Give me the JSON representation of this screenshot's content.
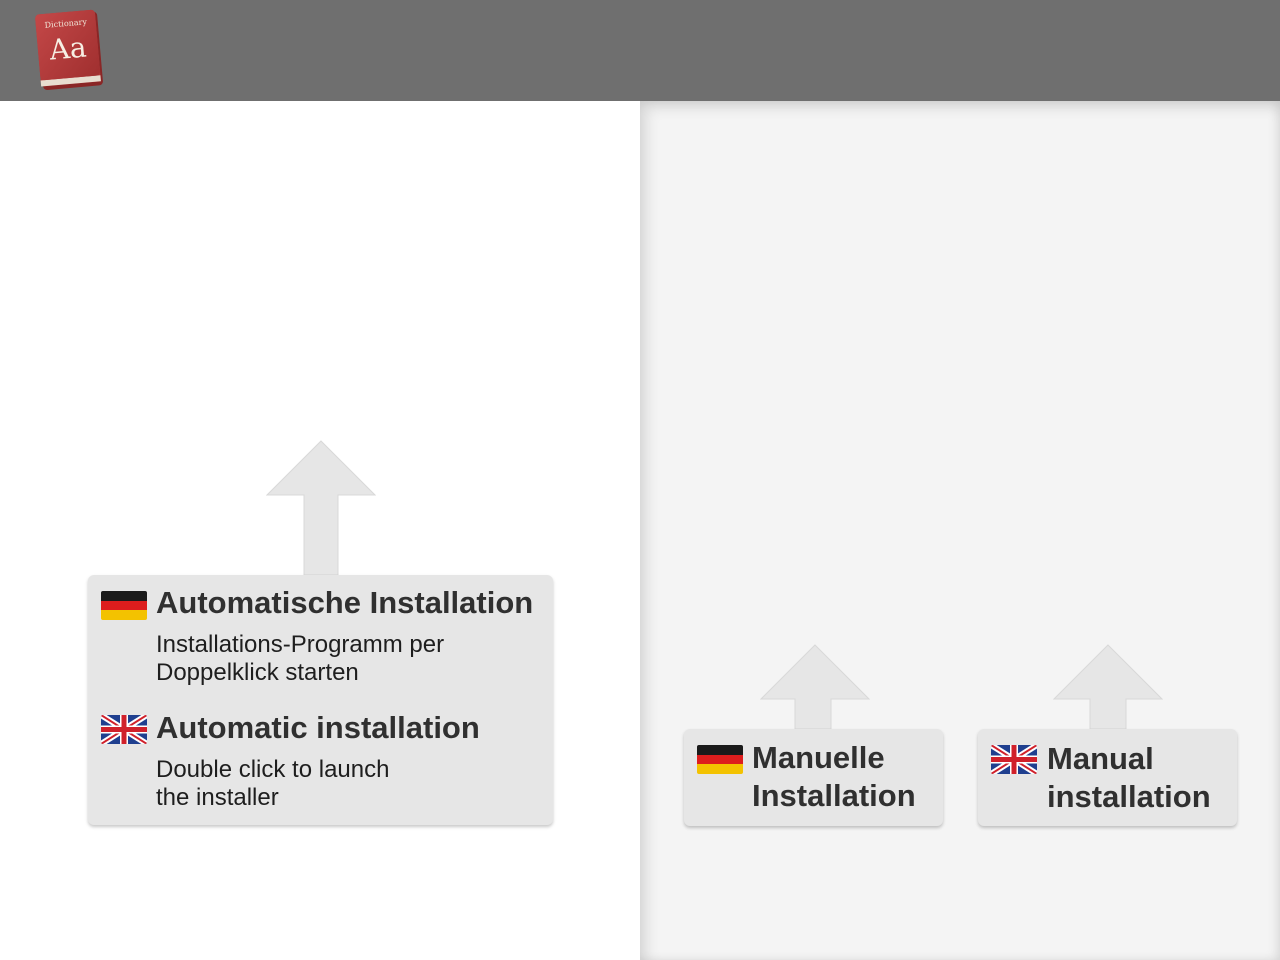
{
  "app": {
    "icon_name": "dictionary-app-icon",
    "icon_label": "Dictionary",
    "icon_glyph": "Aa"
  },
  "auto_install": {
    "arrow_icon": "arrow-up-icon",
    "german": {
      "flag_icon": "flag-germany-icon",
      "title": "Automatische Installation",
      "line1": "Installations-Programm per",
      "line2": "Doppelklick starten"
    },
    "english": {
      "flag_icon": "flag-uk-icon",
      "title": "Automatic installation",
      "line1": "Double click to launch",
      "line2": "the installer"
    }
  },
  "manual_install": {
    "german": {
      "flag_icon": "flag-germany-icon",
      "line1": "Manuelle",
      "line2": "Installation"
    },
    "english": {
      "flag_icon": "flag-uk-icon",
      "line1": "Manual",
      "line2": "installation"
    }
  },
  "colors": {
    "header": "#6f6f6f",
    "right_pane": "#f4f4f4",
    "card": "#e6e6e6",
    "arrow": "#e6e6e6",
    "book_red": "#b23a3a"
  }
}
